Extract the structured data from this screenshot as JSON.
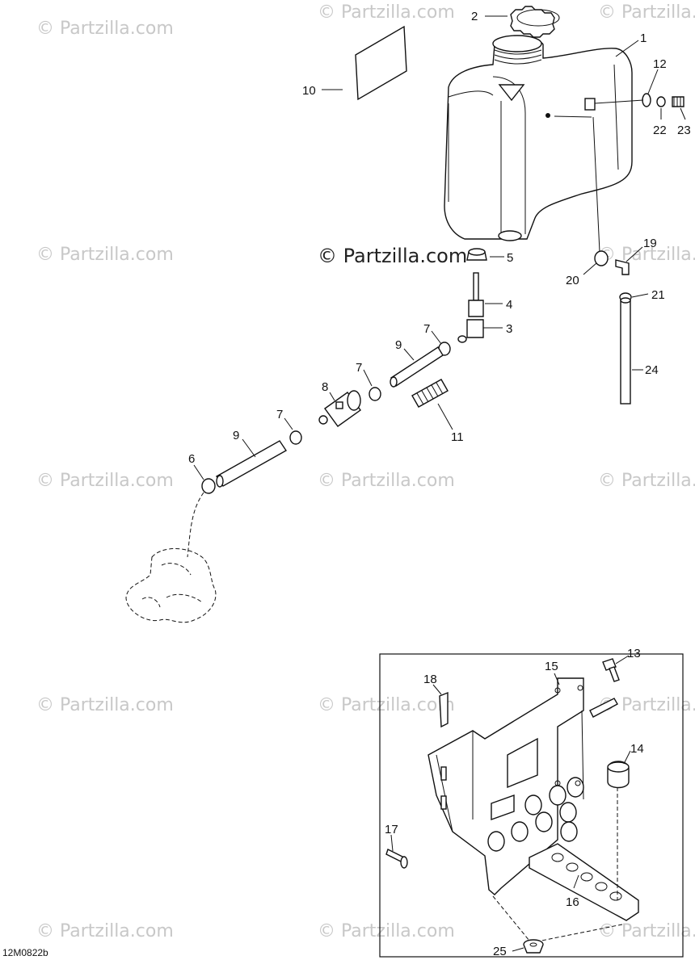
{
  "watermark": "© Partzilla.com",
  "drawing_code": "12M0822b",
  "callouts": {
    "c1": "1",
    "c2": "2",
    "c3": "3",
    "c4": "4",
    "c5": "5",
    "c6": "6",
    "c7a": "7",
    "c7b": "7",
    "c7c": "7",
    "c8": "8",
    "c9a": "9",
    "c9b": "9",
    "c10": "10",
    "c11": "11",
    "c12": "12",
    "c13": "13",
    "c14": "14",
    "c15": "15",
    "c16": "16",
    "c17": "17",
    "c18": "18",
    "c19": "19",
    "c20": "20",
    "c21": "21",
    "c22": "22",
    "c23": "23",
    "c24": "24",
    "c25": "25"
  }
}
